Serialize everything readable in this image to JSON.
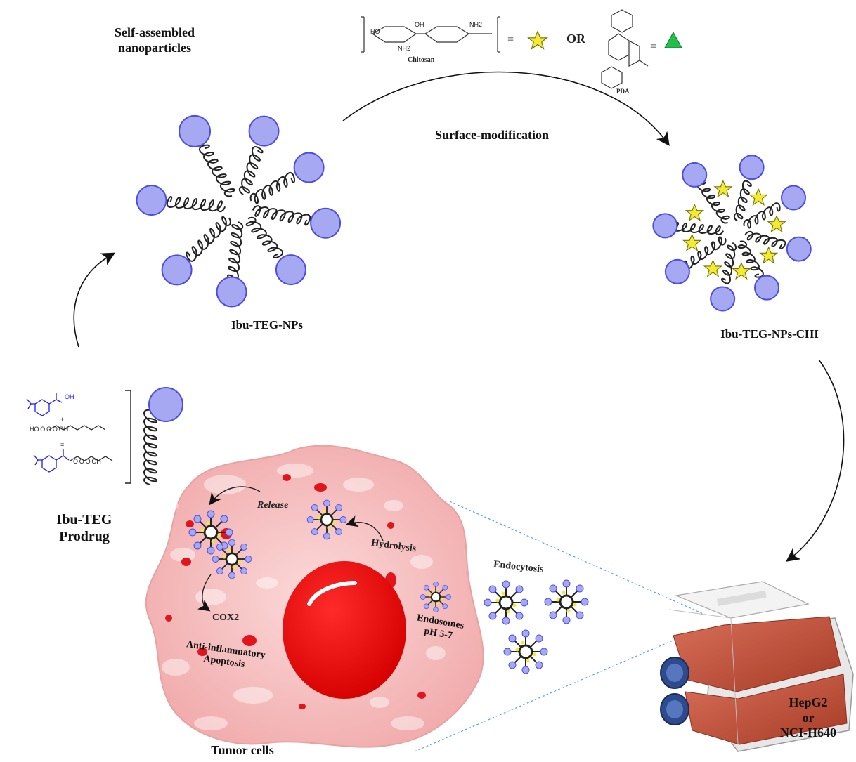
{
  "labels": {
    "self_assembled": "Self-assembled\nnanoparticles",
    "ibu_teg_nps": "Ibu-TEG-NPs",
    "surface_modification": "Surface-modification",
    "ibu_teg_nps_chi": "Ibu-TEG-NPs-CHI",
    "chitosan": "Chitosan",
    "pda": "PDA",
    "or": "OR",
    "equals": "=",
    "ibu_teg_prodrug_line1": "Ibu-TEG",
    "ibu_teg_prodrug_line2": "Prodrug",
    "release": "Release",
    "hydrolysis": "Hydrolysis",
    "endocytosis": "Endocytosis",
    "cox2": "COX2",
    "anti_inflammatory": "Anti-inflammatory",
    "apoptosis": "Apoptosis",
    "endosomes": "Endosomes",
    "ph": "pH 5-7",
    "tumor_cells": "Tumor cells",
    "hepg2": "HepG2",
    "or_lower": "or",
    "nci": "NCI-H640"
  },
  "chem_text": {
    "oh": "OH",
    "plus": "+",
    "teg": "HO O O O OH",
    "eq": "=",
    "prodrug": "O O O OH",
    "nh2": "NH2",
    "ho": "HO"
  },
  "colors": {
    "sphere_fill": "#a7a8f2",
    "sphere_stroke": "#4a4ee0",
    "star": "#f2ea34",
    "triangle": "#22c04a",
    "cell": "#f6c4c4",
    "nucleus": "#ee1111",
    "flask_medium": "#c9553c",
    "cap": "#2d4b8e"
  }
}
